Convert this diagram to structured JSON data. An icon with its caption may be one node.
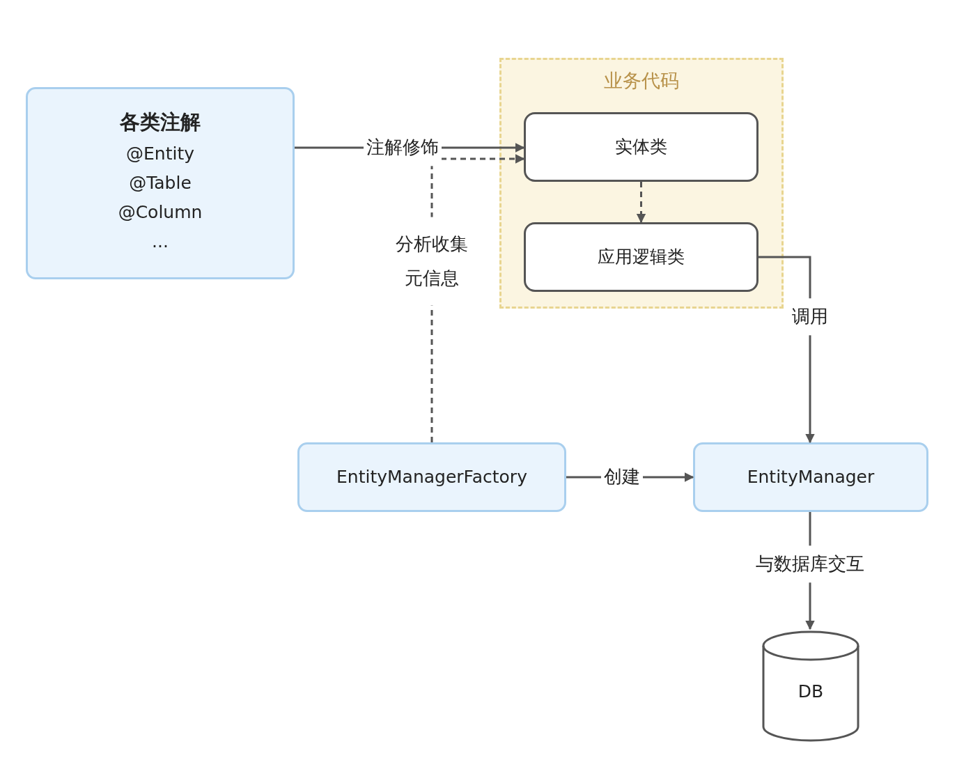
{
  "diagram": {
    "nodes": [
      {
        "text": [
          "各类注解",
          "@Entity",
          "@Table",
          "@Column",
          "..."
        ]
      },
      {
        "text": [
          "业务代码"
        ]
      },
      {
        "text": [
          "实体类"
        ],
        "in": 1
      },
      {
        "text": [
          "应用逻辑类"
        ],
        "in": 1
      },
      {
        "text": [
          "EntityManagerFactory"
        ]
      },
      {
        "text": [
          "EntityManager"
        ]
      },
      {
        "text": [
          "DB"
        ]
      }
    ],
    "edges": [
      {
        "from": 0,
        "to": 2,
        "arrow": "to",
        "label": "注解修饰"
      },
      {
        "from": 4,
        "to": 2,
        "arrow": "to",
        "label": "分析收集元信息",
        "style": "dashed"
      },
      {
        "from": 2,
        "to": 3,
        "arrow": "to",
        "style": "dashed"
      },
      {
        "from": 3,
        "to": 5,
        "arrow": "to",
        "label": "调用"
      },
      {
        "from": 4,
        "to": 5,
        "arrow": "to",
        "label": "创建"
      },
      {
        "from": 5,
        "to": 6,
        "arrow": "to",
        "label": "与数据库交互"
      }
    ]
  }
}
